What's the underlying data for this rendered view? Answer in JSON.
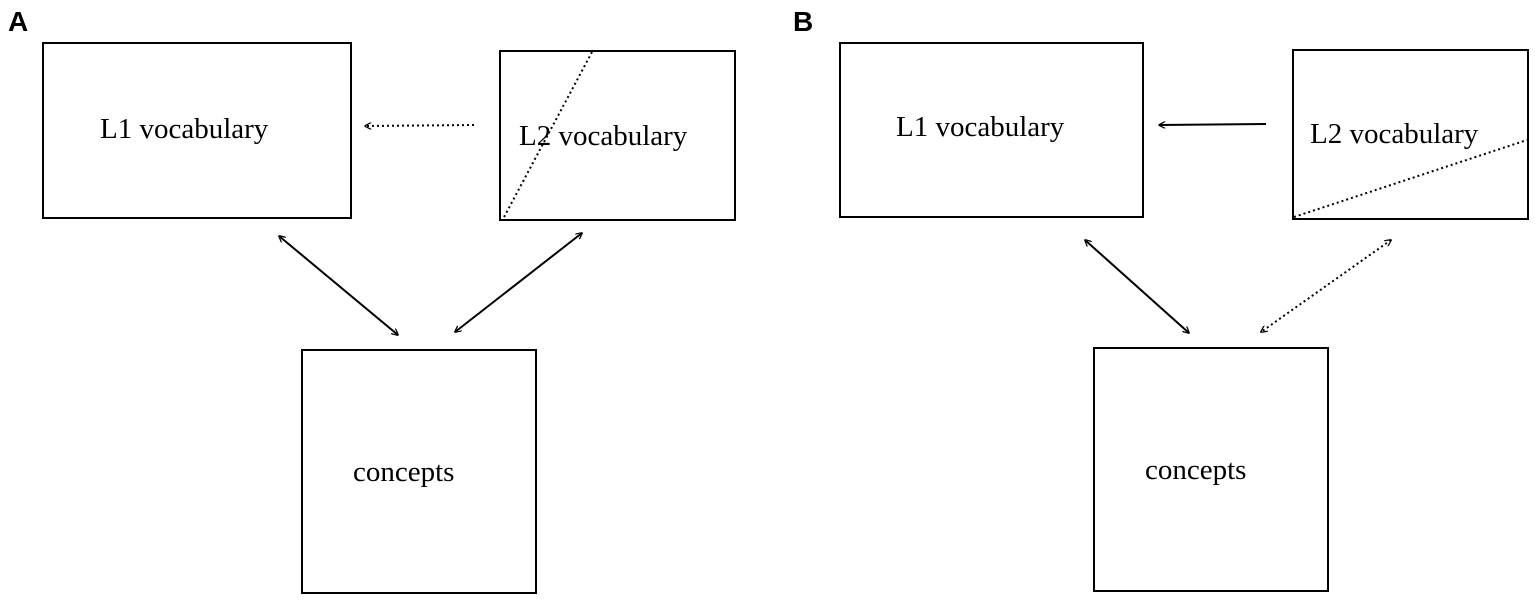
{
  "panels": [
    {
      "id": "A",
      "letter": "A",
      "l1_label": "L1 vocabulary",
      "l2_label": "L2 vocabulary",
      "concepts_label": "concepts",
      "l2_to_l1_style": "dotted",
      "l1_concepts_style": "solid",
      "l2_concepts_style": "solid",
      "l2_diagonal": "steep"
    },
    {
      "id": "B",
      "letter": "B",
      "l1_label": "L1 vocabulary",
      "l2_label": "L2 vocabulary",
      "concepts_label": "concepts",
      "l2_to_l1_style": "solid",
      "l1_concepts_style": "solid",
      "l2_concepts_style": "dotted",
      "l2_diagonal": "shallow"
    }
  ],
  "colors": {
    "stroke": "#000000",
    "background": "#ffffff"
  }
}
